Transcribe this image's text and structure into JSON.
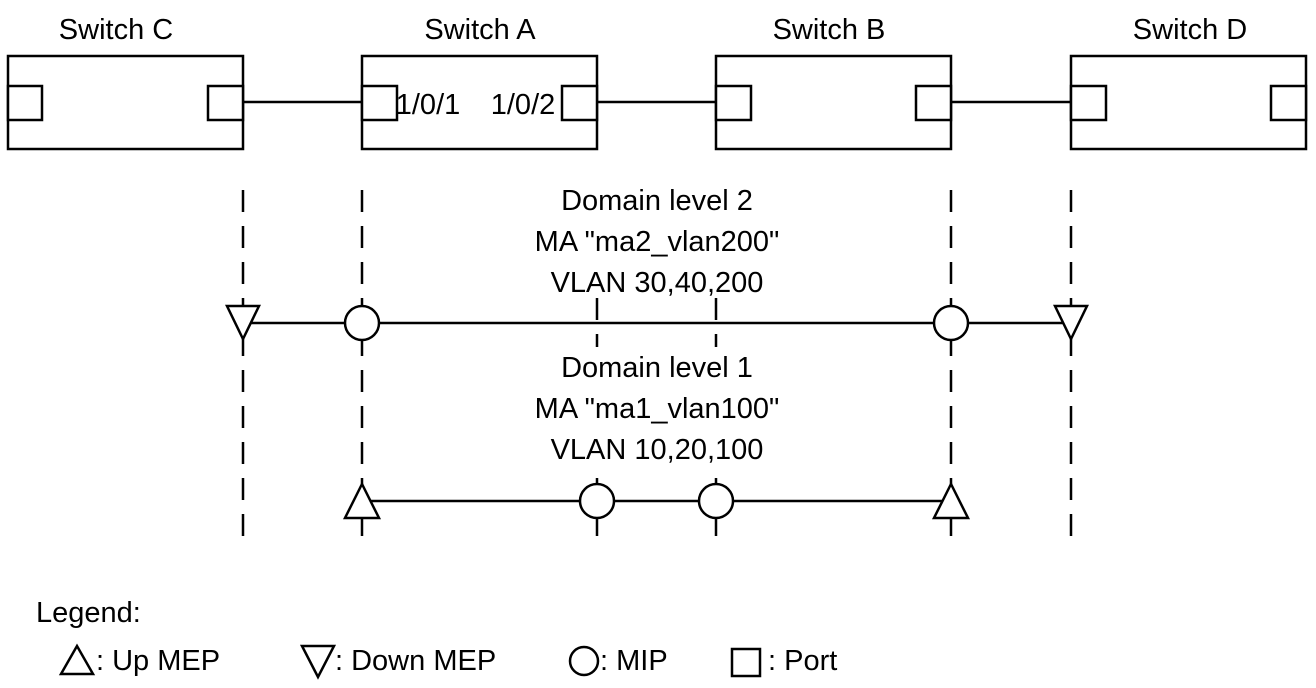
{
  "switches": [
    {
      "name": "Switch C"
    },
    {
      "name": "Switch A",
      "ports": [
        "1/0/1",
        "1/0/2"
      ]
    },
    {
      "name": "Switch B"
    },
    {
      "name": "Switch D"
    }
  ],
  "domains": [
    {
      "lines": [
        "Domain level 2",
        "MA \"ma2_vlan200\"",
        "VLAN 30,40,200"
      ]
    },
    {
      "lines": [
        "Domain level 1",
        "MA \"ma1_vlan100\"",
        "VLAN 10,20,100"
      ]
    }
  ],
  "legend": {
    "title": "Legend:",
    "up_mep": ": Up MEP",
    "down_mep": ": Down MEP",
    "mip": ": MIP",
    "port": ": Port"
  }
}
